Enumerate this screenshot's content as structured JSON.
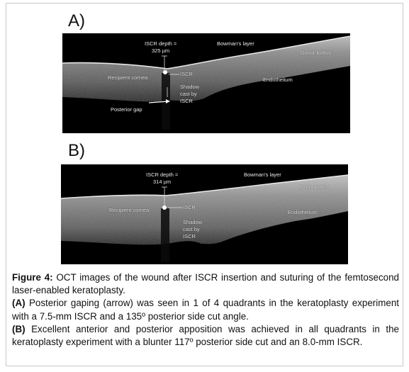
{
  "panels": [
    {
      "letter": "A)",
      "labels": {
        "iscr_depth_title": "ISCR depth =",
        "iscr_depth_value": "325 µm",
        "bowmans_layer": "Bowman's layer",
        "donor_button": "Donor button",
        "recipient_cornea": "Recipient cornea",
        "iscr": "ISCR",
        "endothelium": "Endothelium",
        "shadow_line1": "Shadow",
        "shadow_line2": "cast by",
        "shadow_line3": "ISCR",
        "posterior_gap": "Posterior gap"
      }
    },
    {
      "letter": "B)",
      "labels": {
        "iscr_depth_title": "ISCR depth =",
        "iscr_depth_value": "314 µm",
        "bowmans_layer": "Bowman's layer",
        "donor_button": "Donor button",
        "recipient_cornea": "Recipient cornea",
        "iscr": "ISCR",
        "endothelium": "Endothelium",
        "shadow_line1": "Shadow",
        "shadow_line2": "cast by",
        "shadow_line3": "ISCR"
      }
    }
  ],
  "caption": {
    "figure_label": "Figure 4:",
    "figure_text": " OCT images of the wound after ISCR insertion and suturing of the femtosecond laser-enabled keratoplasty.",
    "a_label": "(A)",
    "a_text": " Posterior gaping (arrow) was seen in 1 of 4 quadrants in the keratoplasty experiment with a 7.5-mm ISCR and a 135º posterior side cut angle.",
    "b_label": "(B)",
    "b_text": " Excellent anterior and posterior apposition was achieved in all quadrants in the keratoplasty experiment with a blunter 117º posterior side cut and an 8.0-mm ISCR."
  }
}
